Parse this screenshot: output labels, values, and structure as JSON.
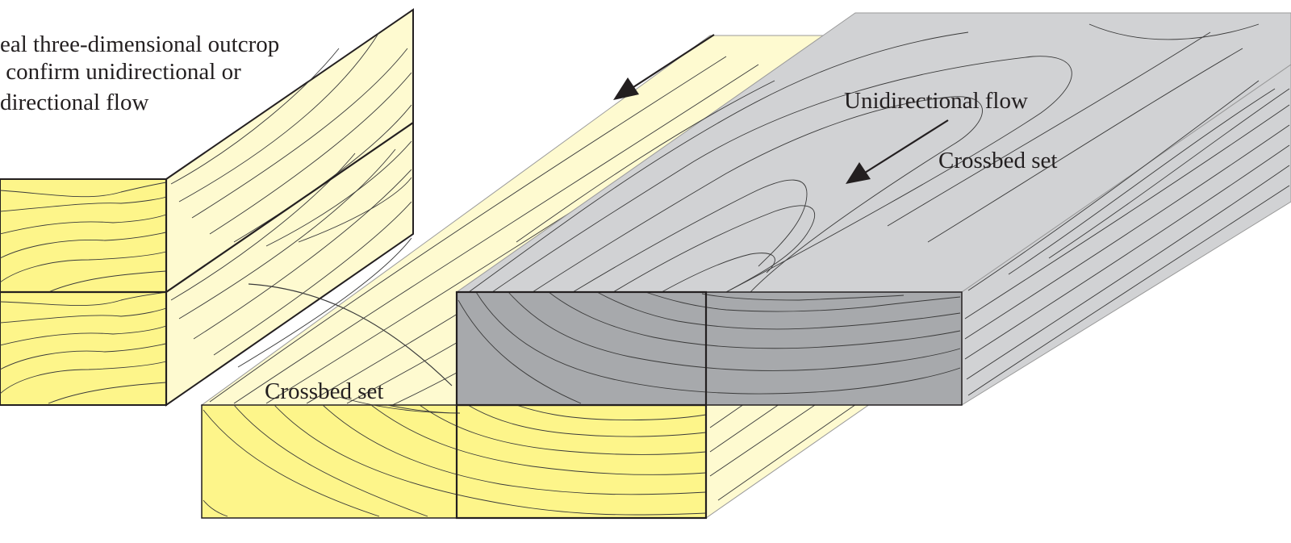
{
  "caption": {
    "line1": "eal three-dimensional outcrop",
    "line2": " confirm unidirectional or",
    "line3": "directional flow"
  },
  "labels": {
    "unidirectional_flow": "Unidirectional flow",
    "crossbed_set_upper": "Crossbed set",
    "crossbed_set_lower": "Crossbed set"
  },
  "colors": {
    "sand_face": "#fdf58a",
    "sand_top": "#fefad0",
    "grey_top": "#d1d2d4",
    "grey_face": "#a7a9ac",
    "line": "#231f20"
  }
}
